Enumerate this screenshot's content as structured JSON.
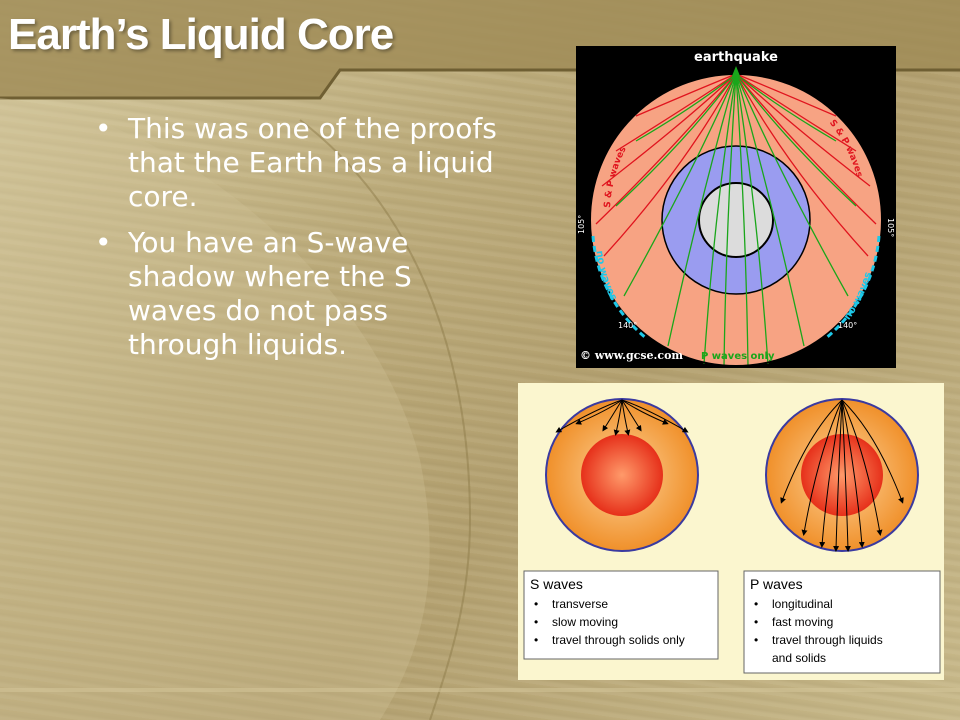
{
  "slide": {
    "title": "Earth’s Liquid Core",
    "bullets": [
      "This was one of the proofs that the Earth has a liquid core.",
      "You have an S-wave shadow where the S waves do not pass through liquids."
    ]
  },
  "figure_top": {
    "earthquake_label": "earthquake",
    "sp_waves_left": "S & P waves",
    "sp_waves_right": "S & P waves",
    "deg_105_left": "105°",
    "deg_105_right": "105°",
    "no_waves_left": "no waves",
    "no_waves_right": "no waves",
    "deg_140_left": "140°",
    "deg_140_right": "140°",
    "copyright": "© www.gcse.com",
    "p_waves_only": "P waves only"
  },
  "figure_bottom": {
    "s_box_title": "S waves",
    "s_items": [
      "transverse",
      "slow moving",
      "travel through solids only"
    ],
    "p_box_title": "P waves",
    "p_items": [
      "longitudinal",
      "fast moving",
      "travel through liquids",
      "and solids"
    ]
  },
  "colors": {
    "mantle": "#f7a383",
    "outer_core": "#9a9cf0",
    "inner_core": "#dcdcdc",
    "s_wave_line": "#e0141e",
    "p_wave_line": "#1aa61a",
    "shadow_dash": "#1ec8e8",
    "bottom_bg": "#fbf6cf"
  }
}
